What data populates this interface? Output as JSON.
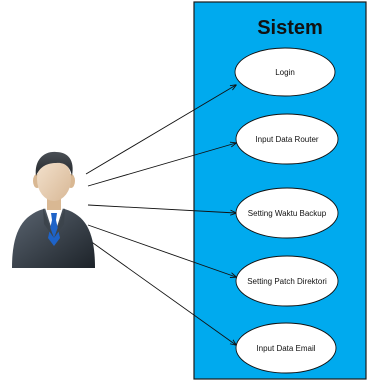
{
  "system": {
    "title": "Sistem",
    "fill_color": "#00aaee",
    "border_color": "#1a1a1a"
  },
  "actor": {
    "icon": "business-user-icon"
  },
  "use_cases": [
    {
      "label": "Login"
    },
    {
      "label": "Input Data Router"
    },
    {
      "label": "Setting Waktu Backup"
    },
    {
      "label": "Setting Patch Direktori"
    },
    {
      "label": "Input Data Email"
    }
  ]
}
